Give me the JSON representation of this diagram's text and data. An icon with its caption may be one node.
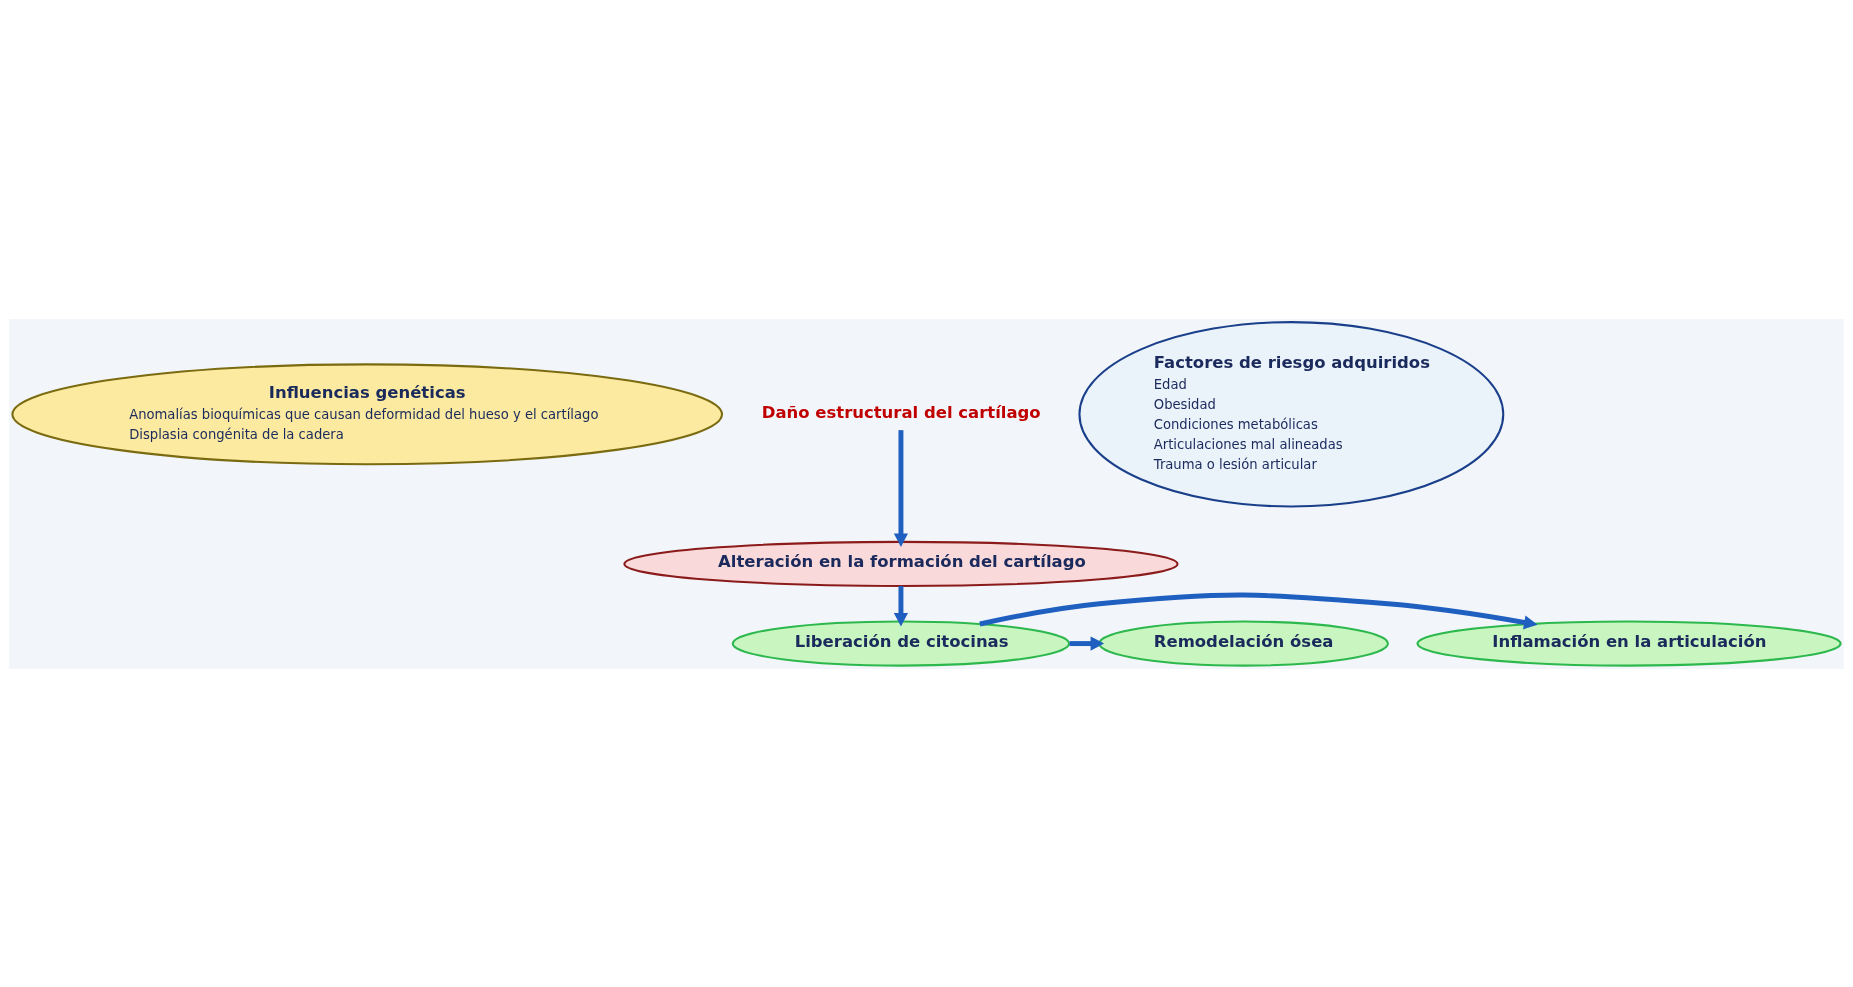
{
  "diagram": {
    "nodes": [
      {
        "text": [
          "Influencias genéticas",
          "Anomalías bioquímicas que causan deformidad del hueso y el cartílago",
          "Displasia congénita de la cadera"
        ]
      },
      {
        "text": [
          "Factores de riesgo adquiridos",
          "Edad",
          "Obesidad",
          "Condiciones metabólicas",
          "Articulaciones mal alineadas",
          "Trauma o lesión articular"
        ]
      },
      {
        "text": [
          "Daño estructural del cartílago"
        ]
      },
      {
        "text": [
          "Alteración en la formación del cartílago"
        ]
      },
      {
        "text": [
          "Inflamación en la articulación"
        ]
      },
      {
        "text": [
          "Liberación de citocinas"
        ]
      },
      {
        "text": [
          "Remodelación ósea"
        ]
      }
    ],
    "edges": [
      {
        "from": 2,
        "to": 3,
        "arrow": "to"
      },
      {
        "from": 3,
        "to": 5,
        "arrow": "to"
      },
      {
        "from": 5,
        "to": 4,
        "arrow": "to"
      },
      {
        "from": 5,
        "to": 6,
        "arrow": "to"
      }
    ]
  }
}
